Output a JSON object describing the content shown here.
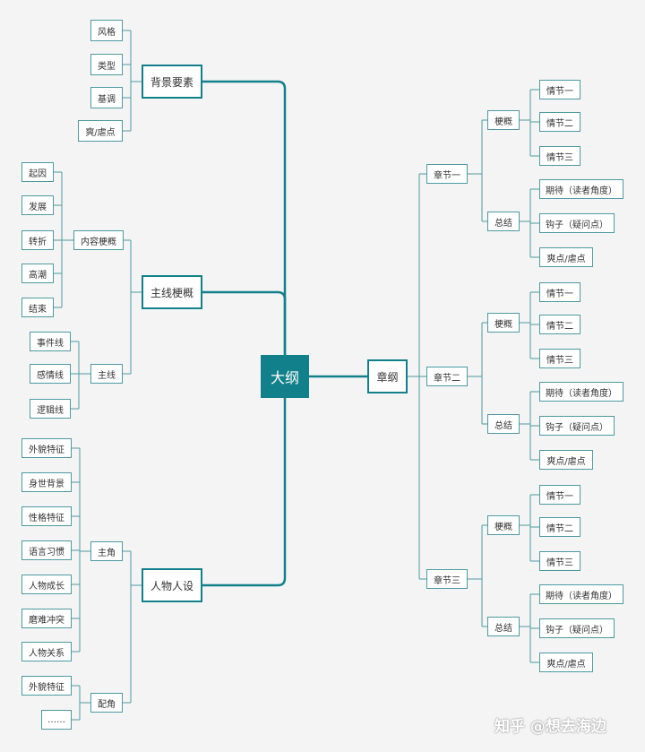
{
  "root": {
    "label": "大纲"
  },
  "left": {
    "background": {
      "label": "背景要素",
      "items": [
        "风格",
        "类型",
        "基调",
        "爽/虐点"
      ]
    },
    "plot": {
      "label": "主线梗概",
      "summary": {
        "label": "内容梗概",
        "items": [
          "起因",
          "发展",
          "转折",
          "高潮",
          "结束"
        ]
      },
      "mainline": {
        "label": "主线",
        "items": [
          "事件线",
          "感情线",
          "逻辑线"
        ]
      }
    },
    "characters": {
      "label": "人物人设",
      "protagonist": {
        "label": "主角",
        "items": [
          "外貌特征",
          "身世背景",
          "性格特征",
          "语言习惯",
          "人物成长",
          "磨难冲突",
          "人物关系"
        ]
      },
      "supporting": {
        "label": "配角",
        "items": [
          "外貌特征",
          "……"
        ]
      }
    }
  },
  "right": {
    "label": "章纲",
    "chapters": [
      {
        "label": "章节一",
        "outline": {
          "label": "梗概",
          "items": [
            "情节一",
            "情节二",
            "情节三"
          ]
        },
        "summary": {
          "label": "总结",
          "items": [
            "期待（读者角度）",
            "钩子（疑问点）",
            "爽点/虐点"
          ]
        }
      },
      {
        "label": "章节二",
        "outline": {
          "label": "梗概",
          "items": [
            "情节一",
            "情节二",
            "情节三"
          ]
        },
        "summary": {
          "label": "总结",
          "items": [
            "期待（读者角度）",
            "钩子（疑问点）",
            "爽点/虐点"
          ]
        }
      },
      {
        "label": "章节三",
        "outline": {
          "label": "梗概",
          "items": [
            "情节一",
            "情节二",
            "情节三"
          ]
        },
        "summary": {
          "label": "总结",
          "items": [
            "期待（读者角度）",
            "钩子（疑问点）",
            "爽点/虐点"
          ]
        }
      }
    ]
  },
  "watermark": "知乎 @想去海边",
  "colors": {
    "main": "#12808a",
    "line": "#4e9aa1",
    "background": "#f4f4f4"
  }
}
